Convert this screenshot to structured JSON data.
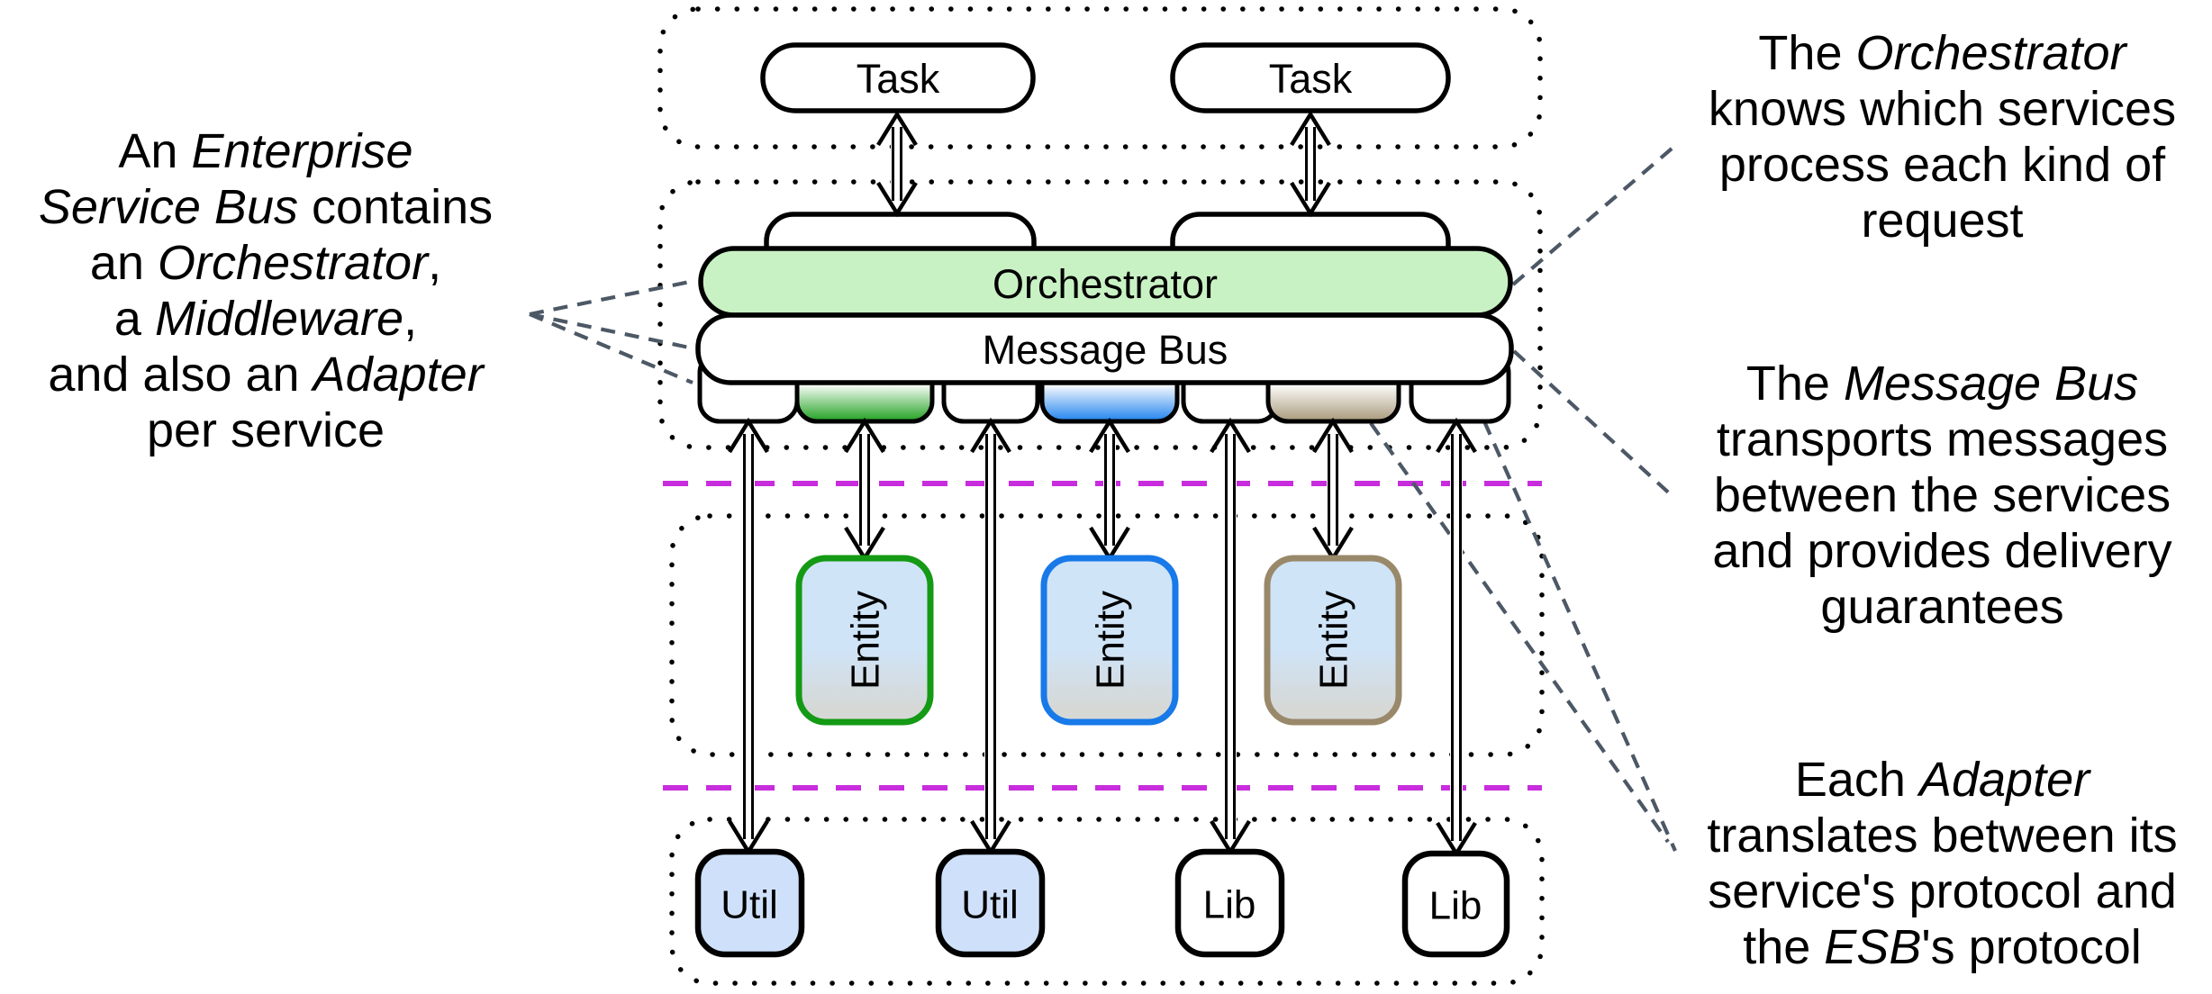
{
  "diagram": {
    "task_labels": [
      "Task",
      "Task"
    ],
    "orchestrator_label": "Orchestrator",
    "message_bus_label": "Message Bus",
    "entity_labels": [
      "Entity",
      "Entity",
      "Entity"
    ],
    "service_labels": [
      "Util",
      "Util",
      "Lib",
      "Lib"
    ]
  },
  "notes": {
    "esb": {
      "lines": [
        {
          "segs": [
            {
              "t": "An "
            },
            {
              "t": "Enterprise",
              "it": true
            }
          ]
        },
        {
          "segs": [
            {
              "t": "Service Bus",
              "it": true
            },
            {
              "t": " contains"
            }
          ]
        },
        {
          "segs": [
            {
              "t": "an "
            },
            {
              "t": "Orchestrator",
              "it": true
            },
            {
              "t": ","
            }
          ]
        },
        {
          "segs": [
            {
              "t": "a "
            },
            {
              "t": "Middleware",
              "it": true
            },
            {
              "t": ","
            }
          ]
        },
        {
          "segs": [
            {
              "t": "and also an "
            },
            {
              "t": "Adapter",
              "it": true
            }
          ]
        },
        {
          "segs": [
            {
              "t": "per service"
            }
          ]
        }
      ]
    },
    "orchestrator": {
      "lines": [
        {
          "segs": [
            {
              "t": "The "
            },
            {
              "t": "Orchestrator",
              "it": true
            }
          ]
        },
        {
          "segs": [
            {
              "t": "knows which services"
            }
          ]
        },
        {
          "segs": [
            {
              "t": "process each kind of"
            }
          ]
        },
        {
          "segs": [
            {
              "t": "request"
            }
          ]
        }
      ]
    },
    "message_bus": {
      "lines": [
        {
          "segs": [
            {
              "t": "The "
            },
            {
              "t": "Message Bus",
              "it": true
            }
          ]
        },
        {
          "segs": [
            {
              "t": "transports messages"
            }
          ]
        },
        {
          "segs": [
            {
              "t": "between the services"
            }
          ]
        },
        {
          "segs": [
            {
              "t": "and provides delivery"
            }
          ]
        },
        {
          "segs": [
            {
              "t": "guarantees"
            }
          ]
        }
      ]
    },
    "adapter": {
      "lines": [
        {
          "segs": [
            {
              "t": "Each "
            },
            {
              "t": "Adapter",
              "it": true
            }
          ]
        },
        {
          "segs": [
            {
              "t": "translates between its"
            }
          ]
        },
        {
          "segs": [
            {
              "t": "service's protocol and"
            }
          ]
        },
        {
          "segs": [
            {
              "t": "the "
            },
            {
              "t": "ESB",
              "it": true
            },
            {
              "t": "'s protocol"
            }
          ]
        }
      ]
    }
  },
  "colors": {
    "orchestrator_fill": "#c9f2c4",
    "service_blue_fill": "#cfe1fa",
    "entity_fill_top": "#d0e4f8",
    "entity_fill_bottom": "#d6d8d6",
    "adapter_green": "#1fa11f",
    "adapter_blue": "#1f82ee",
    "adapter_tan": "#a8997a",
    "entity_border_green": "#149a14",
    "entity_border_blue": "#1879e8",
    "entity_border_tan": "#99896a",
    "layer_divider_magenta": "#c82ddd",
    "callout_dash_gray": "#4d5866"
  }
}
